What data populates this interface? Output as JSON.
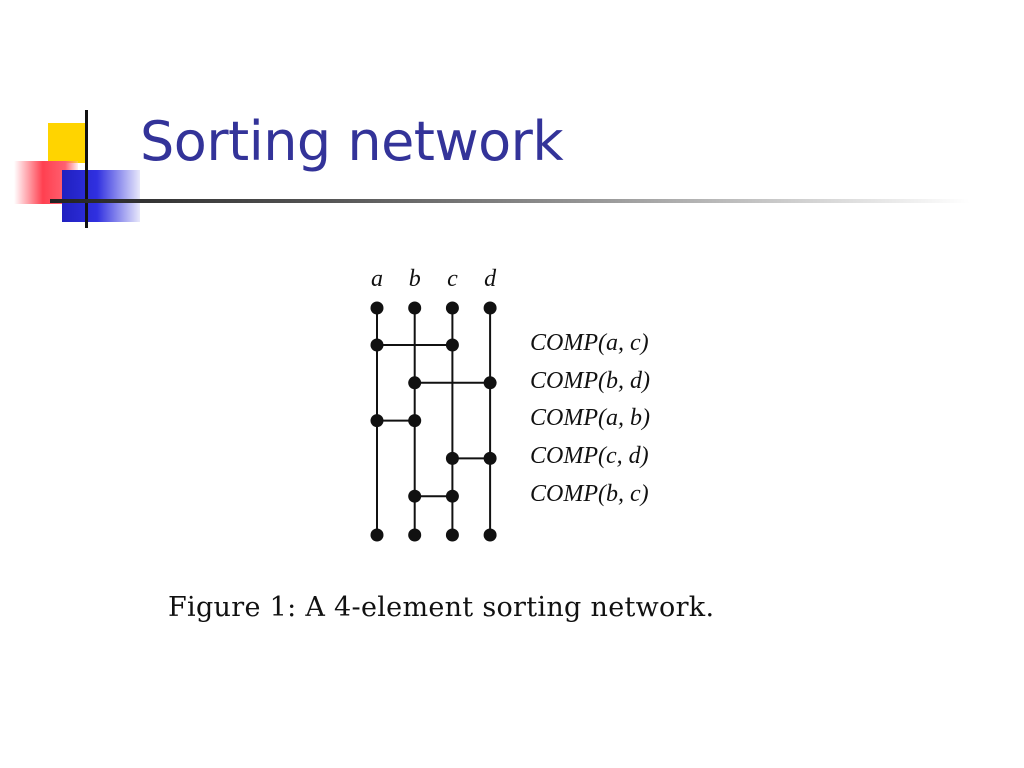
{
  "slide": {
    "title": "Sorting network"
  },
  "figure": {
    "wires": [
      "a",
      "b",
      "c",
      "d"
    ],
    "comparators": [
      {
        "from": "a",
        "to": "c",
        "label": "COMP(a, c)"
      },
      {
        "from": "b",
        "to": "d",
        "label": "COMP(b, d)"
      },
      {
        "from": "a",
        "to": "b",
        "label": "COMP(a, b)"
      },
      {
        "from": "c",
        "to": "d",
        "label": "COMP(c, d)"
      },
      {
        "from": "b",
        "to": "c",
        "label": "COMP(b, c)"
      }
    ],
    "caption": "Figure 1:  A 4-element sorting network."
  }
}
